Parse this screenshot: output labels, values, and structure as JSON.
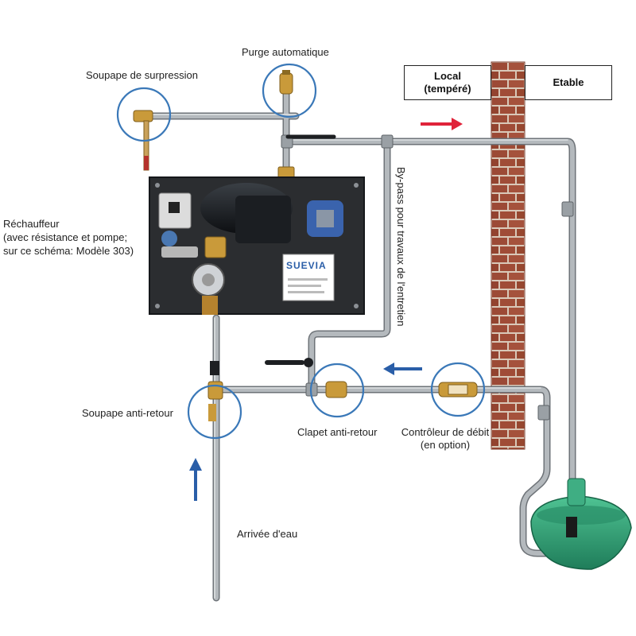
{
  "title": "",
  "zones": {
    "local_line1": "Local",
    "local_line2": "(tempéré)",
    "etable": "Etable"
  },
  "labels": {
    "soupape_surpression": "Soupape de surpression",
    "purge_automatique": "Purge automatique",
    "rechauffeur_line1": "Réchauffeur",
    "rechauffeur_line2": "(avec résistance et pompe;",
    "rechauffeur_line3": "sur ce schéma: Modèle 303)",
    "bypass": "By-pass pour travaux de l'entretien",
    "soupape_anti_retour": "Soupape anti-retour",
    "clapet_anti_retour": "Clapet anti-retour",
    "controleur_line1": "Contrôleur de débit",
    "controleur_line2": "(en option)",
    "arrivee_eau": "Arrivée d'eau"
  },
  "brand": "SUEVIA",
  "colors": {
    "pipe": "#a7acb0",
    "pipe_edge": "#6e7378",
    "brick": "#9c4a36",
    "mortar": "#d9c8b8",
    "highlight_circle": "#3a78b8",
    "arrow_red": "#e0233a",
    "arrow_blue": "#2a5ea8",
    "drinking_bowl": "#2e9e74",
    "panel": "#2b2d30",
    "valve_brass": "#c99a3a"
  },
  "icons": [
    "brick-wall-icon",
    "pressure-relief-valve-icon",
    "air-vent-icon",
    "heater-unit-icon",
    "pump-icon",
    "check-valve-icon",
    "flow-controller-icon",
    "drinking-bowl-icon",
    "flow-arrow-icon"
  ]
}
